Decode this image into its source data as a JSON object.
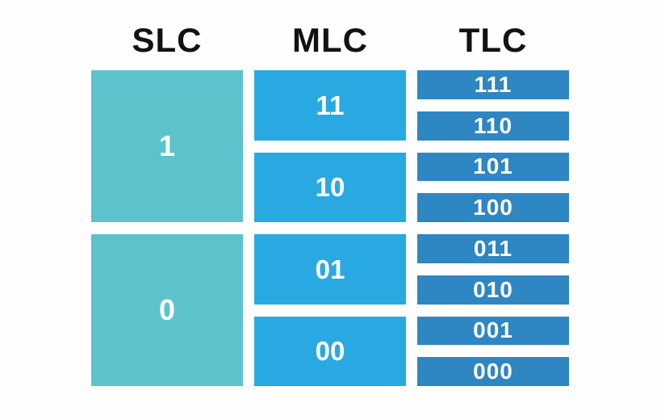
{
  "colors": {
    "slc": "#5CC3CD",
    "mlc": "#29A9E2",
    "tlc": "#2E86C3",
    "header_text": "#121212",
    "cell_text": "#FFFFFF",
    "background": "#FEFEFE"
  },
  "columns": [
    {
      "header": "SLC",
      "cells": [
        "1",
        "0"
      ]
    },
    {
      "header": "MLC",
      "cells": [
        "11",
        "10",
        "01",
        "00"
      ]
    },
    {
      "header": "TLC",
      "cells": [
        "111",
        "110",
        "101",
        "100",
        "011",
        "010",
        "001",
        "000"
      ]
    }
  ]
}
